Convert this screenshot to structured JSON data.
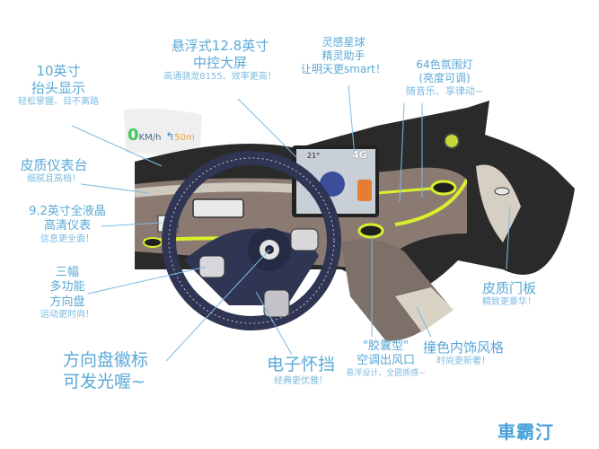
{
  "annotations": {
    "hud": {
      "title_1": "10英寸",
      "title_2": "抬头显示",
      "subtitle": "轻松掌握、目不离路"
    },
    "center_screen": {
      "title_1": "悬浮式12.8英寸",
      "title_2": "中控大屏",
      "subtitle": "高通骁龙8155、效率更高！"
    },
    "assistant": {
      "title_1": "灵感星球",
      "title_2": "精灵助手",
      "subtitle": "让明天更smart！"
    },
    "ambient_light": {
      "title_1": "64色氛围灯",
      "title_2": "(亮度可调)",
      "subtitle": "随音乐、享律动~"
    },
    "dashboard": {
      "title": "皮质仪表台",
      "subtitle": "细腻且高档！"
    },
    "cluster": {
      "title_1": "9.2英寸全液晶",
      "title_2": "高清仪表",
      "subtitle": "信息更全面！"
    },
    "steering": {
      "title_1": "三幅",
      "title_2": "多功能",
      "title_3": "方向盘",
      "subtitle": "运动更时尚！"
    },
    "logo_light": {
      "title_1": "方向盘徽标",
      "title_2": "可发光喔~"
    },
    "gear": {
      "title": "电子怀挡",
      "subtitle": "经典更优雅！"
    },
    "vents": {
      "title_1": "\"胶囊型\"",
      "title_2": "空调出风口",
      "subtitle": "悬浮设计、全圆质感~"
    },
    "trim": {
      "title": "撞色内饰风格",
      "subtitle": "时尚更新奢！"
    },
    "door": {
      "title": "皮质门板",
      "subtitle": "精致更豪华！"
    }
  },
  "hud_display": {
    "speed": "0",
    "unit": "KM/h",
    "distance": "50m"
  },
  "screen": {
    "temperature": "21°",
    "signal": "4G"
  },
  "watermark": "車霸汀",
  "colors": {
    "accent_text": "#5aa9d6",
    "lime": "#d8f02a",
    "wheel": "#2f3552",
    "leather": "#8a7a72"
  }
}
